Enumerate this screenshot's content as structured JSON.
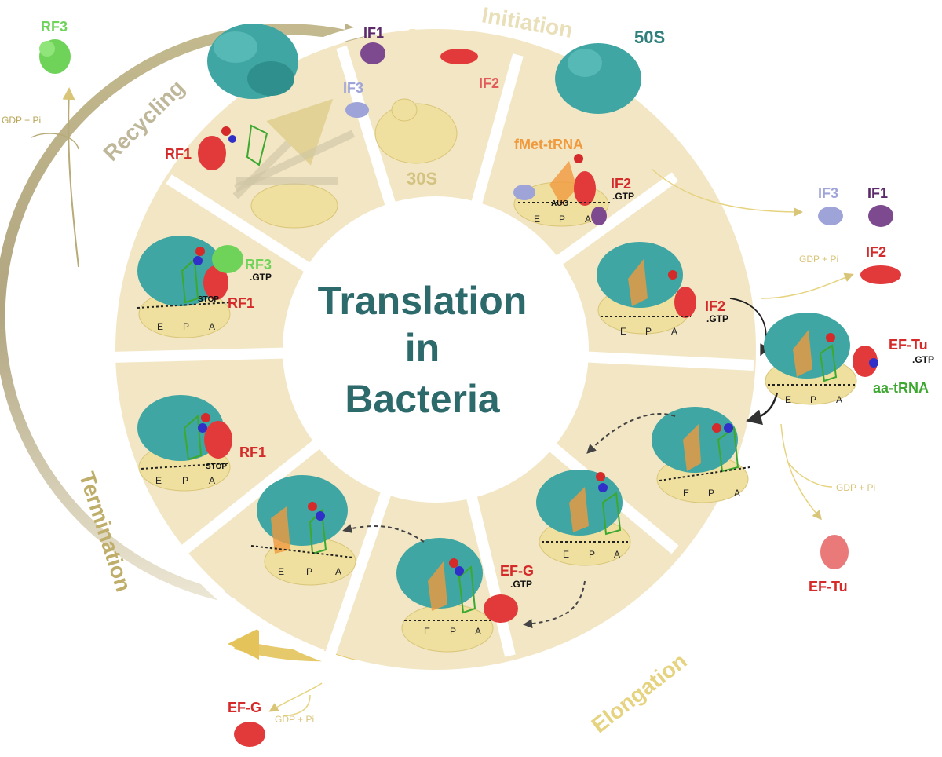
{
  "title": {
    "line1": "Translation",
    "line2": "in",
    "line3": "Bacteria"
  },
  "phases": {
    "initiation": "Initiation",
    "elongation": "Elongation",
    "termination": "Termination",
    "recycling": "Recycling"
  },
  "labels": {
    "rf3_top": "RF3",
    "if1_top": "IF1",
    "if2_top": "IF2",
    "if3_top": "IF3",
    "s50": "50S",
    "s30": "30S",
    "rf1_recycle": "RF1",
    "fmet_trna": "fMet-tRNA",
    "if2_init": "IF2",
    "gtp_init": ".GTP",
    "aug": "AUG",
    "if3_right": "IF3",
    "if1_right": "IF1",
    "if2_right": "IF2",
    "if2_mid": "IF2",
    "gtp_if2_mid": ".GTP",
    "eftu_right": "EF-Tu",
    "gtp_eftu": ".GTP",
    "aatrna": "aa-tRNA",
    "eftu_bottom": "EF-Tu",
    "efg_mid": "EF-G",
    "gtp_efg": ".GTP",
    "efg_bottom": "EF-G",
    "rf3_term": "RF3",
    "gtp_rf3": ".GTP",
    "rf1_term1": "RF1",
    "rf1_term2": "RF1",
    "stop1": "STOP",
    "stop2": "STOP",
    "gdp_left": "GDP + Pi",
    "gdp_right_top": "GDP + Pi",
    "gdp_right_mid": "GDP + Pi",
    "gdp_bottom": "GDP + Pi",
    "site_e": "E",
    "site_p": "P",
    "site_a": "A"
  },
  "colors": {
    "teal": "#3fa6a3",
    "teal_dark": "#2f7f7c",
    "yellow": "#efe0a0",
    "yellow_dark": "#d9c577",
    "sector": "#f2e6c4",
    "ring_gold": "#e3c869",
    "ring_olive": "#a89b66",
    "title": "#2d6a6c",
    "red": "#e23a3a",
    "green": "#6fd35a",
    "purple": "#7d4a8f",
    "lavender": "#9fa4d8",
    "orange": "#f09a3e",
    "label_red": "#d42a2a",
    "label_purple": "#5c2a6a",
    "label_green": "#3da830",
    "gdp_text": "#d8c479"
  }
}
